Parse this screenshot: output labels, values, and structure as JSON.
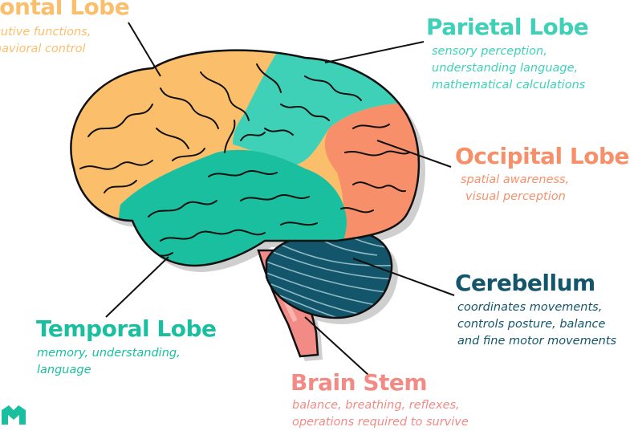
{
  "colors": {
    "frontal": "#fbbf6b",
    "parietal": "#3fd1b8",
    "occipital": "#f7906a",
    "temporal": "#1abf9f",
    "cerebellum": "#13566b",
    "brainstem": "#f28b86",
    "outline": "#111111",
    "shadow": "#cfcfcf"
  },
  "regions": {
    "frontal": {
      "title": "rontal Lobe",
      "desc": [
        "ecutive functions,",
        "ehavioral control"
      ]
    },
    "parietal": {
      "title": "Parietal Lobe",
      "desc": [
        "sensory perception,",
        "understanding language,",
        "mathematical calculations"
      ]
    },
    "occipital": {
      "title": "Occipital Lobe",
      "desc": [
        "spatial awareness,",
        "visual perception"
      ]
    },
    "cerebellum": {
      "title": "Cerebellum",
      "desc": [
        "coordinates movements,",
        "controls posture, balance",
        "and fine motor movements"
      ]
    },
    "temporal": {
      "title": "Temporal Lobe",
      "desc": [
        "memory, understanding,",
        "language"
      ]
    },
    "brainstem": {
      "title": "Brain Stem",
      "desc": [
        "balance, breathing, reflexes,",
        "operations required to survive"
      ]
    }
  },
  "logo": {
    "icon": "brand-logo-icon",
    "color": "#1abf9f"
  }
}
